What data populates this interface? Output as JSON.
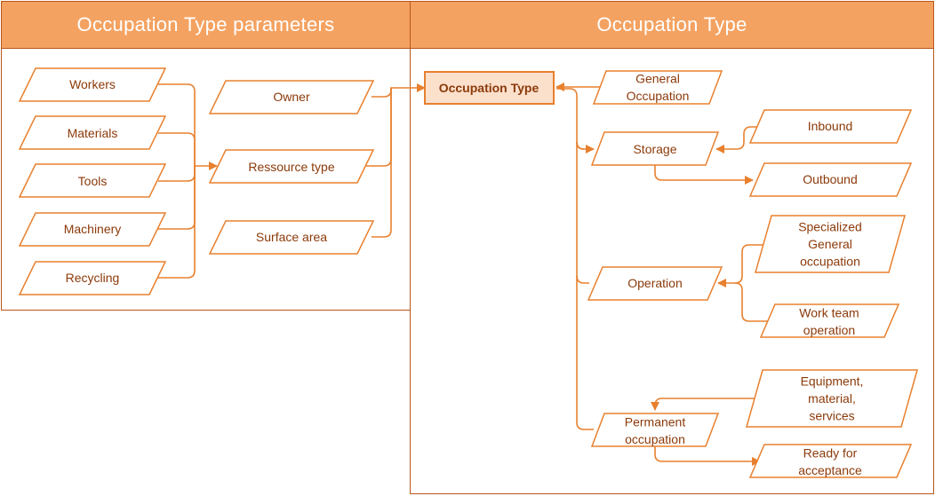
{
  "panels": {
    "left_title": "Occupation Type parameters",
    "right_title": "Occupation Type"
  },
  "colors": {
    "header_fill": "#f4a261",
    "stroke": "#e8802e",
    "text": "#8b3a0a",
    "root_fill": "#fbe0cc"
  },
  "nodes": {
    "workers": [
      "Workers"
    ],
    "materials": [
      "Materials"
    ],
    "tools": [
      "Tools"
    ],
    "machinery": [
      "Machinery"
    ],
    "recycling": [
      "Recycling"
    ],
    "owner": [
      "Owner"
    ],
    "ressource_type": [
      "Ressource type"
    ],
    "surface_area": [
      "Surface area"
    ],
    "occupation_type": [
      "Occupation Type"
    ],
    "general_occupation": [
      "General",
      "Occupation"
    ],
    "storage": [
      "Storage"
    ],
    "inbound": [
      "Inbound"
    ],
    "outbound": [
      "Outbound"
    ],
    "operation": [
      "Operation"
    ],
    "specialized": [
      "Specialized",
      "General",
      "occupation"
    ],
    "work_team": [
      "Work team",
      "operation"
    ],
    "permanent": [
      "Permanent",
      "occupation"
    ],
    "equipment": [
      "Equipment,",
      "material,",
      "services"
    ],
    "ready": [
      "Ready for",
      "acceptance"
    ]
  }
}
